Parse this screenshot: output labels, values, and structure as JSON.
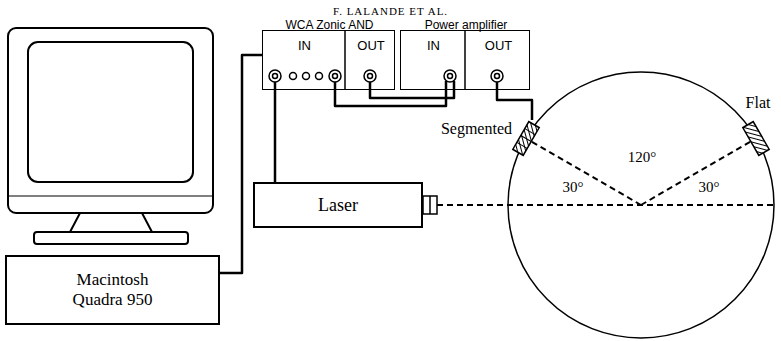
{
  "diagram": {
    "title": "F. LALANDE ET AL.",
    "nodes": [
      {
        "text": [
          "Macintosh Quadra 950"
        ]
      },
      {
        "text": [
          "WCA Zonic AND",
          "IN",
          "OUT"
        ]
      },
      {
        "text": [
          "Power amplifier",
          "IN",
          "OUT"
        ]
      },
      {
        "text": [
          "Laser"
        ]
      },
      {
        "text": [
          "Segmented"
        ]
      },
      {
        "text": [
          "Flat"
        ]
      }
    ],
    "edges": [
      {
        "from": 0,
        "to": 1,
        "arrow": "none"
      },
      {
        "from": 3,
        "to": 1,
        "arrow": "none"
      },
      {
        "from": 1,
        "to": 2,
        "arrow": "none"
      },
      {
        "from": 1,
        "to": 2,
        "arrow": "none"
      },
      {
        "from": 2,
        "to": 4,
        "arrow": "none"
      }
    ],
    "labels": [
      "120°",
      "30°",
      "30°"
    ]
  }
}
